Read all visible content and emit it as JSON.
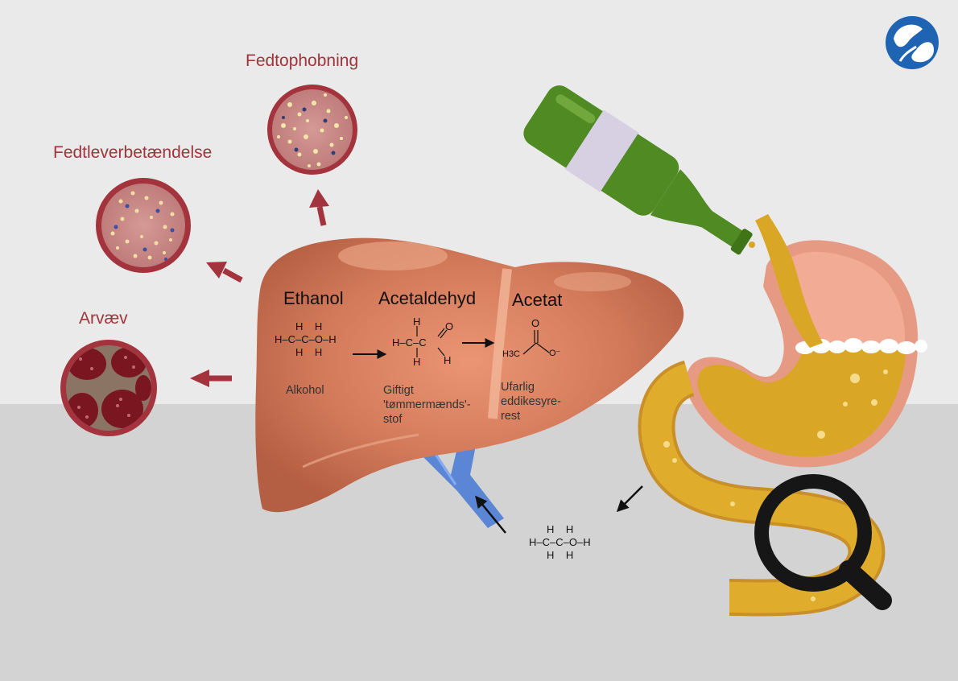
{
  "labels": {
    "fat_accumulation": "Fedtophobning",
    "fatty_liver_inflammation": "Fedtleverbetændelse",
    "scar_tissue": "Arvæv"
  },
  "stages": [
    {
      "name": "Ethanol",
      "caption": "Alkohol"
    },
    {
      "name": "Acetaldehyd",
      "caption": "Giftigt 'tømmermænds'-stof"
    },
    {
      "name": "Acetat",
      "caption": "Ufarlig eddikesyre-rest"
    }
  ],
  "formulas": {
    "ethanol_row": "H–C–C–O–H",
    "acetaldehyde_row": "H–C–C",
    "acetate_group": "H3C",
    "oxygen": "O",
    "hydrogen": "H",
    "oxygen_ion": "O⁻"
  },
  "icons": {
    "logo": "liver-stomach-logo-icon",
    "magnifier": "magnifier-icon"
  },
  "colors": {
    "accent_red": "#a0343b",
    "liver": "#c8704f",
    "vein": "#5b86d6",
    "bottle": "#4f8a22",
    "beer": "#d9a626",
    "stomach": "#eea089",
    "logo_blue": "#1f63b3"
  }
}
